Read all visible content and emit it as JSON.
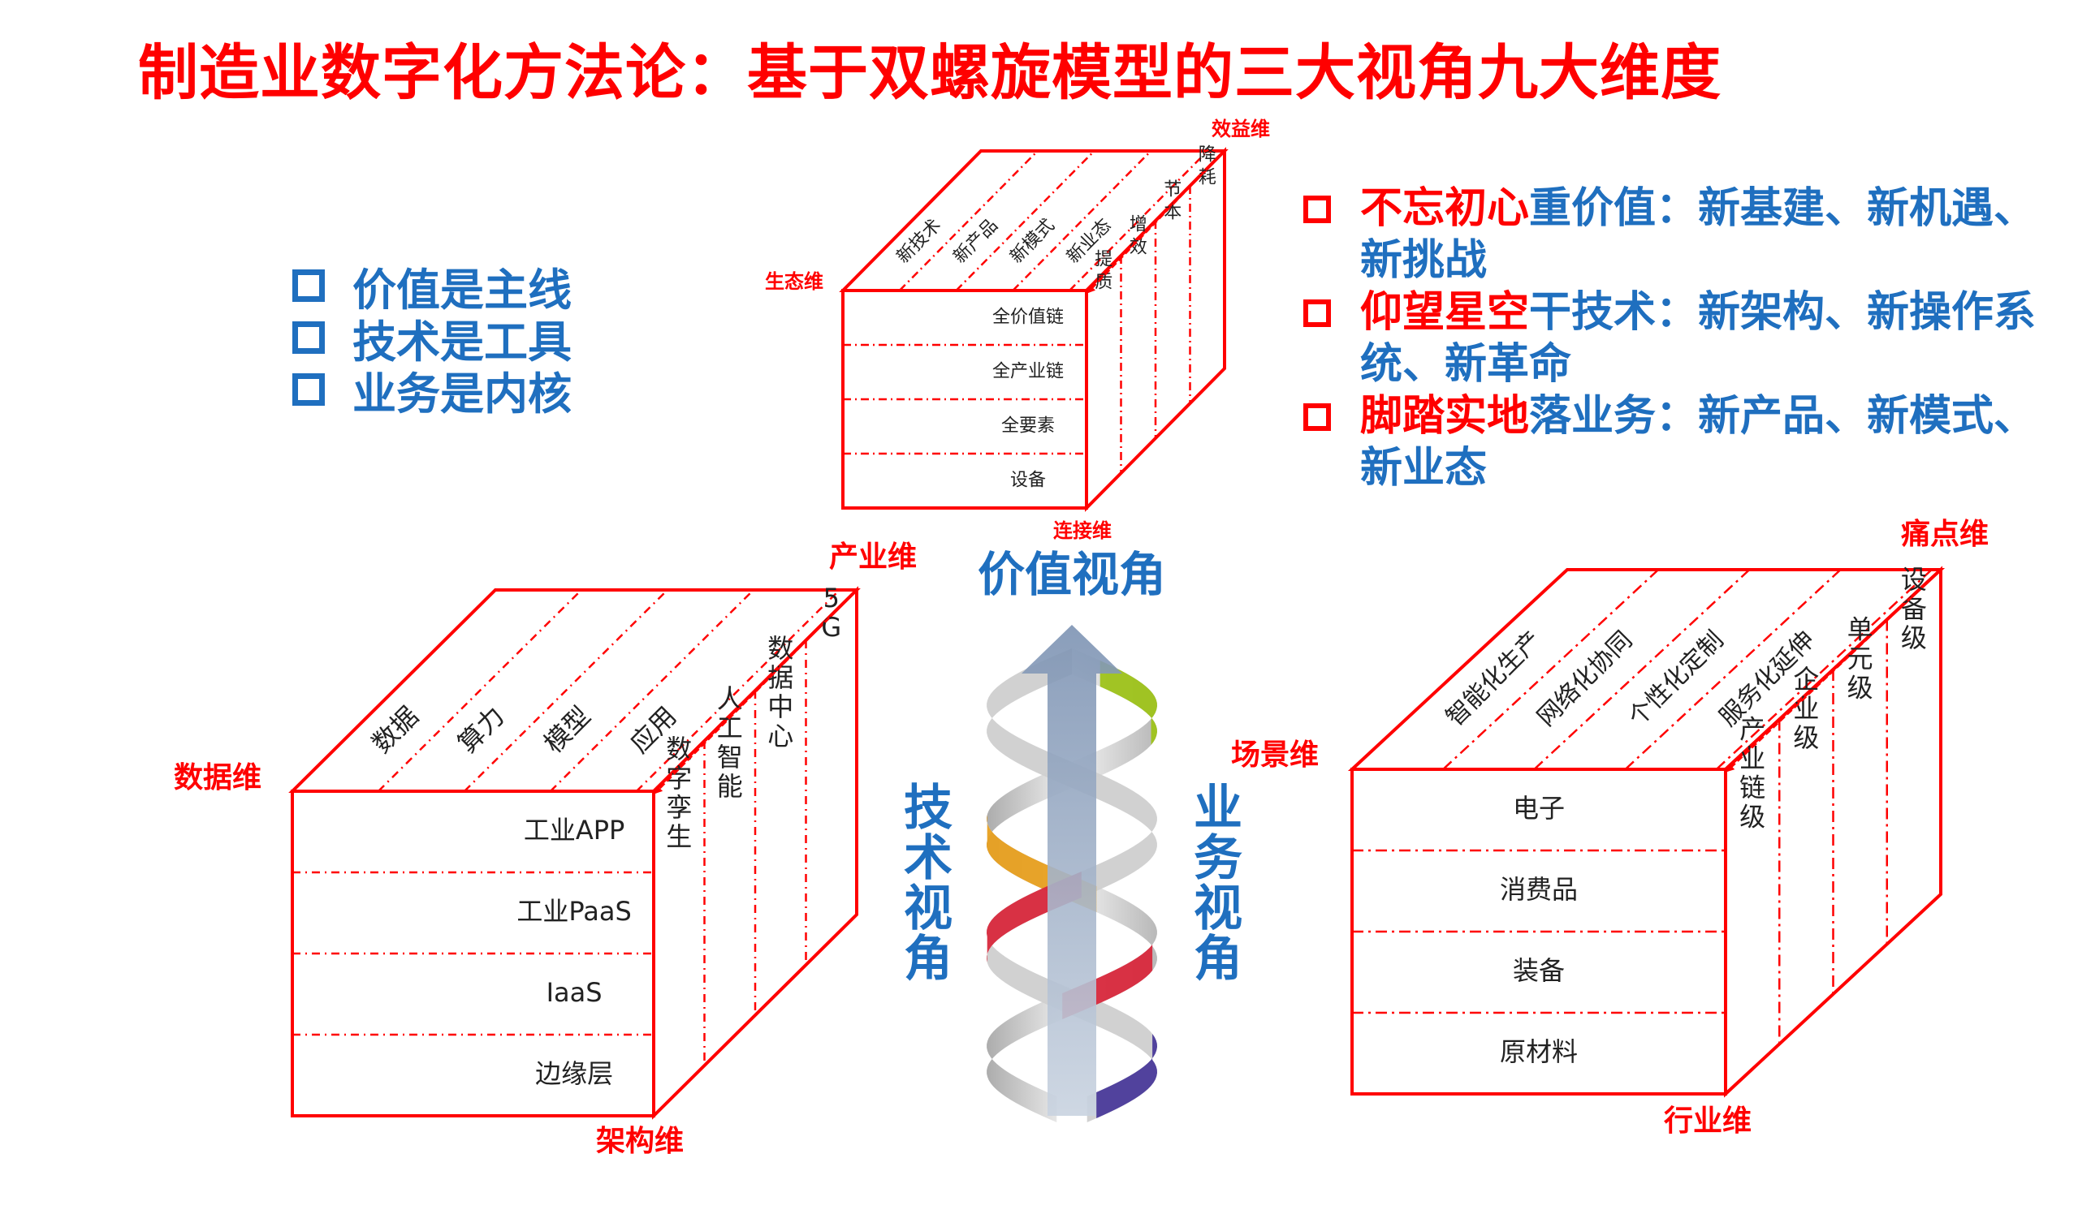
{
  "title": "制造业数字化方法论：基于双螺旋模型的三大视角九大维度",
  "left_bullets": [
    "价值是主线",
    "技术是工具",
    "业务是内核"
  ],
  "right_bullets": [
    {
      "highlight": "不忘初心",
      "rest": "重价值：新基建、新机遇、新挑战"
    },
    {
      "highlight": "仰望星空",
      "rest": "干技术：新架构、新操作系统、新革命"
    },
    {
      "highlight": "脚踏实地",
      "rest": "落业务：新产品、新模式、新业态"
    }
  ],
  "value_cube": {
    "dim_top": "效益维",
    "dim_left": "生态维",
    "dim_bottom": "连接维",
    "top_labels": [
      "新技术",
      "新产品",
      "新模式",
      "新业态"
    ],
    "front_rows": [
      "全价值链",
      "全产业链",
      "全要素",
      "设备"
    ],
    "side_labels": [
      "提质",
      "增效",
      "节本",
      "降耗"
    ]
  },
  "tech_cube": {
    "dim_top": "产业维",
    "dim_left": "数据维",
    "dim_bottom": "架构维",
    "top_labels": [
      "数据",
      "算力",
      "模型",
      "应用"
    ],
    "front_rows": [
      "工业APP",
      "工业PaaS",
      "IaaS",
      "边缘层"
    ],
    "side_labels": [
      "数字孪生",
      "人工智能",
      "数据中心",
      "5G"
    ]
  },
  "biz_cube": {
    "dim_top": "痛点维",
    "dim_left": "场景维",
    "dim_bottom": "行业维",
    "top_labels": [
      "智能化生产",
      "网络化协同",
      "个性化定制",
      "服务化延伸"
    ],
    "front_rows": [
      "电子",
      "消费品",
      "装备",
      "原材料"
    ],
    "side_labels": [
      "产业链级",
      "企业级",
      "单元级",
      "设备级"
    ]
  },
  "perspectives": {
    "value": "价值视角",
    "tech": "技术视角",
    "business": "业务视角"
  },
  "colors": {
    "red": "#ff0000",
    "blue": "#1f6fbf",
    "arrow": "#a9b8cc",
    "helix_green": "#9ec31a",
    "helix_orange": "#e8a020",
    "helix_red": "#d8283c",
    "helix_purple": "#4a3a9a"
  }
}
